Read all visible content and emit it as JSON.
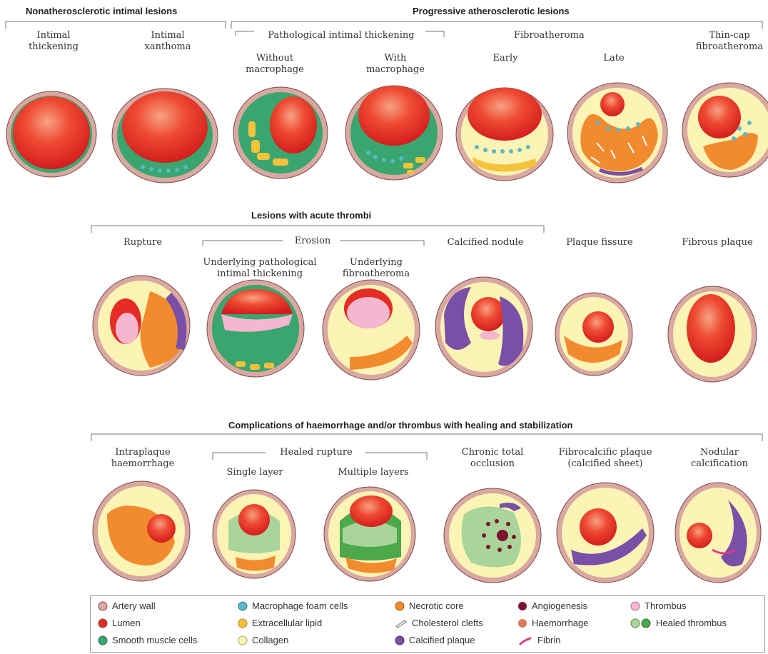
{
  "headers": {
    "nonath": "Nonatherosclerotic intimal lesions",
    "progressive": "Progressive atherosclerotic lesions",
    "acute": "Lesions with acute thrombi",
    "complications": "Complications of haemorrhage and/or thrombus with healing and stabilization"
  },
  "row1": {
    "intimal_thickening": [
      "Intimal",
      "thickening"
    ],
    "intimal_xanthoma": [
      "Intimal",
      "xanthoma"
    ],
    "pit_group": "Pathological intimal thickening",
    "without_macrophage": [
      "Without",
      "macrophage"
    ],
    "with_macrophage": [
      "With",
      "macrophage"
    ],
    "fibroatheroma_group": "Fibroatheroma",
    "early": "Early",
    "late": "Late",
    "thin_cap": [
      "Thin-cap",
      "fibroatheroma"
    ]
  },
  "row2": {
    "rupture": "Rupture",
    "erosion_group": "Erosion",
    "underlying_pit": [
      "Underlying pathological",
      "intimal thickening"
    ],
    "underlying_fa": [
      "Underlying",
      "fibroatheroma"
    ],
    "calcified_nodule": "Calcified nodule",
    "plaque_fissure": "Plaque fissure",
    "fibrous_plaque": "Fibrous plaque"
  },
  "row3": {
    "intraplaque": [
      "Intraplaque",
      "haemorrhage"
    ],
    "healed_group": "Healed rupture",
    "single_layer": "Single layer",
    "multiple_layers": "Multiple layers",
    "cto": [
      "Chronic total",
      "occlusion"
    ],
    "fibrocalcific": [
      "Fibrocalcific plaque",
      "(calcified sheet)"
    ],
    "nodular": [
      "Nodular",
      "calcification"
    ]
  },
  "legend": {
    "artery_wall": "Artery wall",
    "lumen": "Lumen",
    "smc": "Smooth muscle cells",
    "macrophage": "Macrophage foam cells",
    "extracellular_lipid": "Extracellular lipid",
    "collagen": "Collagen",
    "necrotic_core": "Necrotic core",
    "cholesterol": "Cholesterol clefts",
    "calcified": "Calcified plaque",
    "angiogenesis": "Angiogenesis",
    "haemorrhage": "Haemorrhage",
    "fibrin": "Fibrin",
    "thrombus": "Thrombus",
    "healed_thrombus": "Healed thrombus"
  },
  "colors": {
    "artery_wall": "#d9a8a0",
    "lumen": "#e52b24",
    "smc": "#3aa56e",
    "macrophage": "#5bb7c9",
    "extracellular_lipid": "#f5c23c",
    "collagen": "#fbf4b5",
    "necrotic_core": "#f28a2e",
    "calcified": "#7a4fa8",
    "angiogenesis": "#7d1230",
    "haemorrhage": "#dc7a5a",
    "fibrin": "#d83c86",
    "thrombus": "#f4b7cf",
    "healed_light": "#a9d59a",
    "healed_dark": "#4da84a"
  }
}
